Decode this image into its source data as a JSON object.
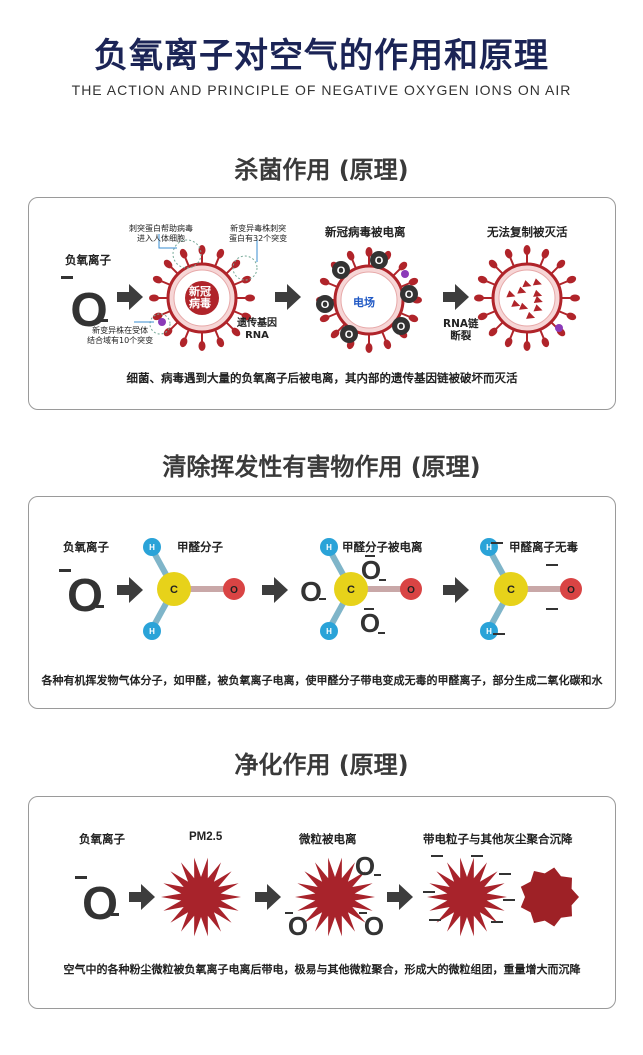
{
  "header": {
    "title": "负氧离子对空气的作用和原理",
    "subtitle": "THE ACTION AND PRINCIPLE OF NEGATIVE OXYGEN IONS ON AIR"
  },
  "sections": [
    {
      "title": "杀菌作用 (原理)",
      "caption": "细菌、病毒遇到大量的负氧离子后被电离，其内部的遗传基因链被破坏而灭活",
      "labels": {
        "ion": "负氧离子",
        "virus_name_1": "新冠",
        "virus_name_2": "病毒",
        "spike_note_1": "刺突蛋白帮助病毒",
        "spike_note_2": "进入人体细胞",
        "variant_spike_1": "新变异毒株刺突",
        "variant_spike_2": "蛋白有32个突变",
        "variant_site_1": "新变异株在受体",
        "variant_site_2": "结合域有10个突变",
        "gene_1": "遗传基因",
        "gene_2": "RNA",
        "ionized": "新冠病毒被电离",
        "field": "电场",
        "inactivated": "无法复制被灭活",
        "rna_break_1": "RNA链",
        "rna_break_2": "断裂"
      }
    },
    {
      "title": "清除挥发性有害物作用 (原理)",
      "caption": "各种有机挥发物气体分子，如甲醛，被负氧离子电离，使甲醛分子带电变成无毒的甲醛离子，部分生成二氧化碳和水",
      "labels": {
        "ion": "负氧离子",
        "molecule": "甲醛分子",
        "ionized": "甲醛分子被电离",
        "nontoxic": "甲醛离子无毒",
        "atom_h": "H",
        "atom_c": "C",
        "atom_o": "O"
      }
    },
    {
      "title": "净化作用 (原理)",
      "caption": "空气中的各种粉尘微粒被负氧离子电离后带电，极易与其他微粒聚合，形成大的微粒组团，重量增大而沉降",
      "labels": {
        "ion": "负氧离子",
        "pm": "PM2.5",
        "ionized": "微粒被电离",
        "aggregate": "带电粒子与其他灰尘聚合沉降"
      }
    }
  ],
  "ion_symbol": "O",
  "charge_symbol": "—",
  "colors": {
    "title_navy": "#1b2456",
    "virus_red": "#b0242a",
    "particle_red": "#a8232b",
    "carbon_yellow": "#e7d21a",
    "oxygen_red": "#d94444",
    "hydrogen_cyan": "#2aa3d8",
    "arrow_gray": "#3d3d3d"
  }
}
